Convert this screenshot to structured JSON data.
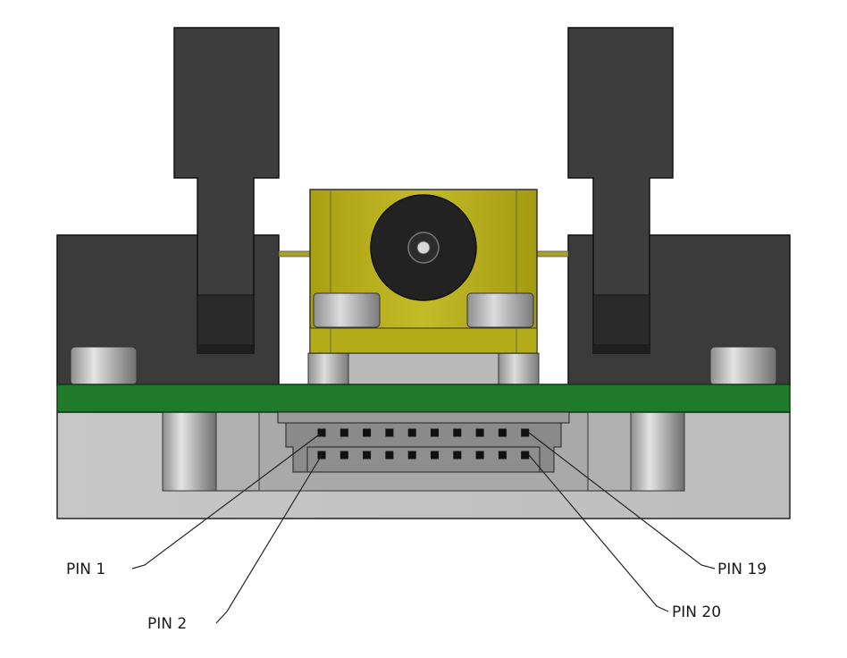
{
  "labels": {
    "pin1": "PIN 1",
    "pin2": "PIN 2",
    "pin19": "PIN 19",
    "pin20": "PIN 20"
  },
  "colors": {
    "housing": "#3a3a3a",
    "pcb": "#1f7a2a",
    "base": "#c4c4c4",
    "sensor_body": "#b8b020",
    "lens": "#1e1e1e",
    "connector": "#8a8a8a",
    "pin": "#111111"
  },
  "connector": {
    "pins_per_row": 10,
    "rows": 2
  }
}
